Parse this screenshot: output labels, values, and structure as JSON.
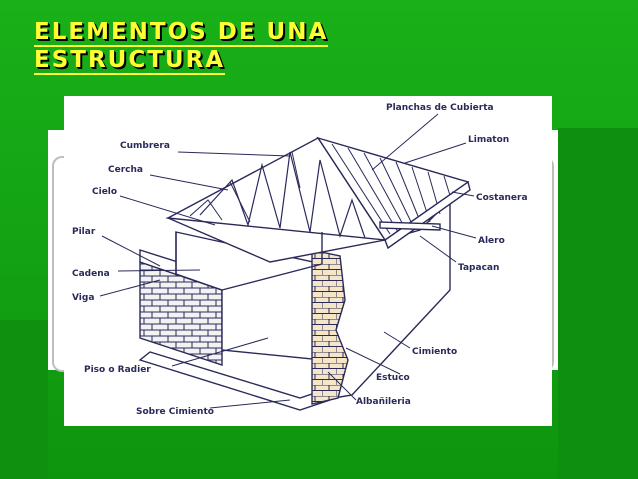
{
  "slide": {
    "title_line1": "ELEMENTOS DE UNA",
    "title_line2": "ESTRUCTURA"
  },
  "colors": {
    "background": "#16a516",
    "title": "#ffff33",
    "label": "#2a2a5a",
    "drawing": "#2a2a5a"
  },
  "diagram": {
    "labels": {
      "planchas": "Planchas de Cubierta",
      "limaton": "Limaton",
      "cumbrera": "Cumbrera",
      "cercha": "Cercha",
      "cielo": "Cielo",
      "costanera": "Costanera",
      "pilar": "Pilar",
      "alero": "Alero",
      "cadena": "Cadena",
      "tapacan": "Tapacan",
      "viga": "Viga",
      "cimiento": "Cimiento",
      "piso": "Piso o Radier",
      "estuco": "Estuco",
      "albanileria": "Albañileria",
      "sobre_cimiento": "Sobre Cimiento"
    }
  }
}
